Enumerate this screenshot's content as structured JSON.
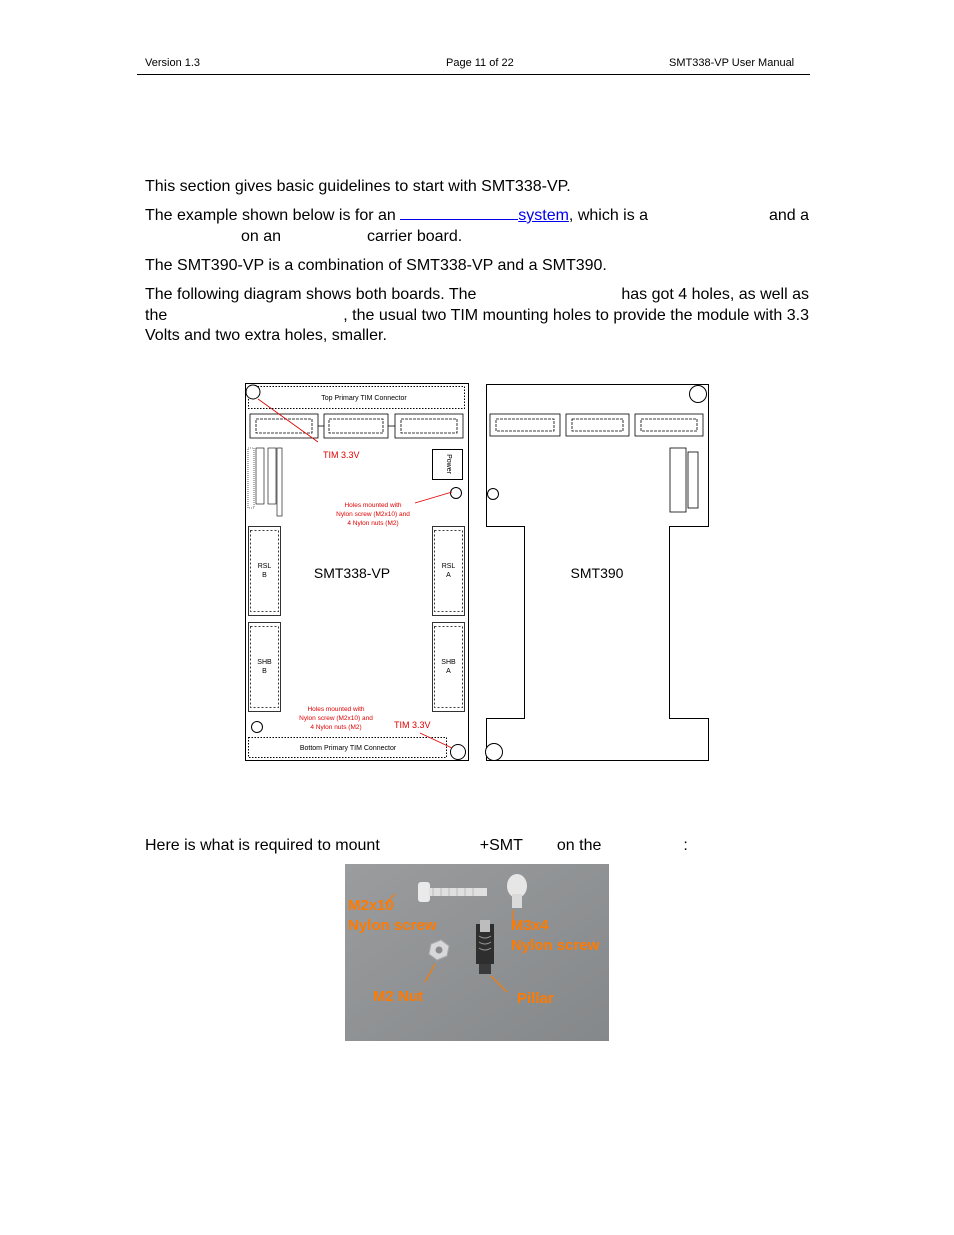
{
  "header": {
    "version": "Version 1.3",
    "page": "Page 11 of 22",
    "manual": "SMT338-VP User Manual"
  },
  "body": {
    "p1": "This section gives basic guidelines to start with SMT338-VP.",
    "p2_a": "The example shown below is for an",
    "p2_link": "system",
    "p2_b": ", which is a",
    "p2_c": "and a",
    "p2_d": "on an",
    "p2_e": "carrier board.",
    "p3": "The SMT390-VP is a combination of SMT338-VP and a SMT390.",
    "p4_a": "The following diagram shows both boards. The",
    "p4_b": "has got 4 holes, as well as",
    "p4_c": "the",
    "p4_d": ", the usual two TIM mounting holes to provide the module with 3.3",
    "p4_e": "Volts and two extra holes, smaller.",
    "p5_a": "Here is what is required to mount",
    "p5_b": "+SMT",
    "p5_c": "on the",
    "p5_d": ":"
  },
  "diagram": {
    "top_connector": "Top Primary TIM Connector",
    "bottom_connector": "Bottom Primary TIM Connector",
    "tim_top": "TIM 3.3V",
    "tim_bottom": "TIM 3.3V",
    "holes_a1": "Holes mounted with",
    "holes_a2": "Nylon screw (M2x10) and",
    "holes_a3": "4 Nylon nuts (M2)",
    "holes_b1": "Holes mounted with",
    "holes_b2": "Nylon screw (M2x10) and",
    "holes_b3": "4 Nylon nuts (M2)",
    "power": "Power",
    "rsl": "RSL",
    "shb": "SHB",
    "side_b": "B",
    "side_a": "A",
    "board1_name": "SMT338-VP",
    "board2_name": "SMT390",
    "colors": {
      "annotation": "#e00000",
      "board": "#000000"
    }
  },
  "photo": {
    "label_m2x10_1": "M2x10",
    "label_m2x10_2": "Nylon screw",
    "label_m3x4_1": "M3x4",
    "label_m3x4_2": "Nylon screw",
    "label_nut": "M2 Nut",
    "label_pillar": "Pillar",
    "colors": {
      "background": "#8f9294",
      "label": "#ff7a00"
    }
  }
}
